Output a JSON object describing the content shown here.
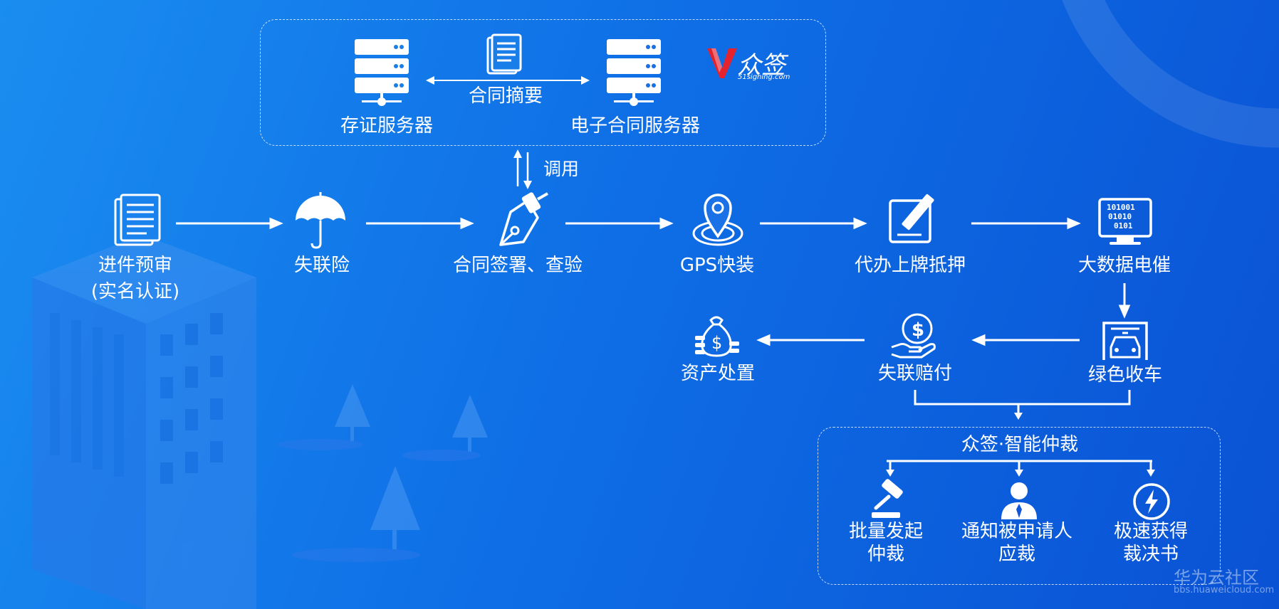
{
  "top_box": {
    "left_server": "存证服务器",
    "center_label": "合同摘要",
    "right_server": "电子合同服务器",
    "brand": {
      "name": "众签",
      "domain": "51signing.com"
    }
  },
  "call_label": "调用",
  "flow_row1": [
    {
      "id": "pre-review",
      "label": "进件预审",
      "sub": "(实名认证)",
      "icon": "document-icon"
    },
    {
      "id": "lost-contact-insurance",
      "label": "失联险",
      "icon": "umbrella-icon"
    },
    {
      "id": "contract-sign",
      "label": "合同签署、查验",
      "icon": "pen-nib-icon"
    },
    {
      "id": "gps-install",
      "label": "GPS快装",
      "icon": "location-pin-icon"
    },
    {
      "id": "plate-mortgage",
      "label": "代办上牌抵押",
      "icon": "edit-icon"
    },
    {
      "id": "bigdata-collection",
      "label": "大数据电催",
      "icon": "monitor-binary-icon"
    }
  ],
  "flow_row2": [
    {
      "id": "asset-disposal",
      "label": "资产处置",
      "icon": "money-bag-icon"
    },
    {
      "id": "lost-contact-payout",
      "label": "失联赔付",
      "icon": "hand-dollar-icon"
    },
    {
      "id": "green-repossession",
      "label": "绿色收车",
      "icon": "car-garage-icon"
    }
  ],
  "arbitration": {
    "title": "众签·智能仲裁",
    "items": [
      {
        "id": "batch-arbitration",
        "line1": "批量发起",
        "line2": "仲裁",
        "icon": "gavel-icon"
      },
      {
        "id": "notify-respondent",
        "line1": "通知被申请人",
        "line2": "应裁",
        "icon": "person-icon"
      },
      {
        "id": "fast-award",
        "line1": "极速获得",
        "line2": "裁决书",
        "icon": "lightning-icon"
      }
    ]
  },
  "watermark": {
    "title": "华为云社区",
    "url": "bbs.huaweicloud.com"
  },
  "colors": {
    "bg_start": "#1a8df0",
    "bg_end": "#0a52d4",
    "fg": "#ffffff"
  }
}
